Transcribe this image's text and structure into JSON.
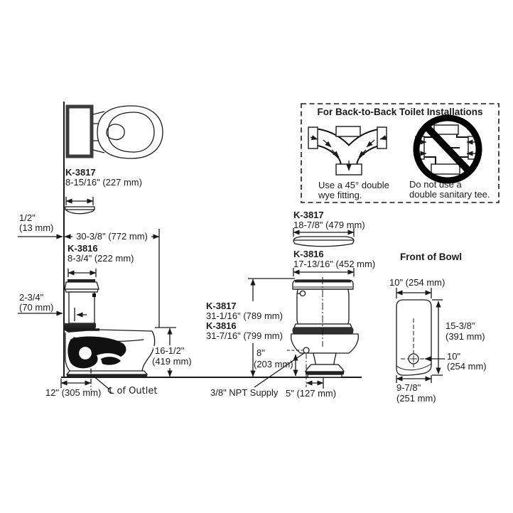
{
  "colors": {
    "ink": "#1a1a1a",
    "tank_border": "#3c3c3c"
  },
  "top_view": {
    "model": "K-3817",
    "lid_width": "8-15/16\" (227 mm)"
  },
  "side_view": {
    "wall_gap_in": "1/2\"",
    "wall_gap_mm": "(13 mm)",
    "overall_depth": "30-3/8\" (772 mm)",
    "model": "K-3816",
    "tank_depth": "8-3/4\" (222 mm)",
    "setback_in": "2-3/4\"",
    "setback_mm": "(70 mm)",
    "rim_height_in": "16-1/2\"",
    "rim_height_mm": "(419 mm)",
    "rough_in": "12\" (305 mm)",
    "outlet_label": "℄ of Outlet"
  },
  "back_to_back": {
    "title": "For Back-to-Back Toilet Installations",
    "use_line1": "Use a 45° double",
    "use_line2": "wye fitting.",
    "dont_line1": "Do not use a",
    "dont_line2": "double sanitary tee."
  },
  "front_view": {
    "lid_model": "K-3817",
    "lid_width": "18-7/8\" (479 mm)",
    "tank_model": "K-3816",
    "tank_width": "17-13/16\" (452 mm)",
    "height_model_1": "K-3817",
    "height_1": "31-1/16\" (789 mm)",
    "height_model_2": "K-3816",
    "height_2": "31-7/16\" (799 mm)",
    "supply_height_in": "8\"",
    "supply_height_mm": "(203 mm)",
    "supply_label": "3/8\" NPT Supply",
    "base_offset": "5\" (127 mm)"
  },
  "front_of_bowl": {
    "title": "Front of Bowl",
    "top_width": "10\" (254 mm)",
    "height_in": "15-3/8\"",
    "height_mm": "(391 mm)",
    "outlet_in": "10\"",
    "outlet_mm": "(254 mm)",
    "bottom_width_in": "9-7/8\"",
    "bottom_width_mm": "(251 mm)"
  }
}
